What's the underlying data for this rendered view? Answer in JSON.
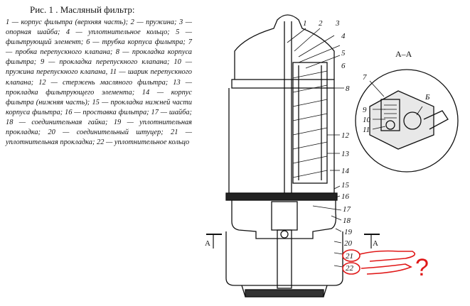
{
  "caption": {
    "title": "Рис. 1  . Масляный фильтр:",
    "text": "1 — корпус фильтра (верхняя часть); 2 — пружина; 3 — опорная шайба; 4 — уплотнительное кольцо; 5 — фильтрующий элемент; 6 — трубка корпуса фильтра; 7 — пробка перепускного клапана; 8 — прокладка корпуса фильтра; 9 — прокладка перепускного клапана; 10 — пружина перепускного клапана, 11 — шарик перепускного клапана; 12 — стержень масляного фильтра; 13 — прокладка фильтрующего элемента; 14 — корпус фильтра (нижняя часть); 15 — прокладка нижней части корпуса фильтра; 16 — проставка фильтра; 17 — шайба; 18 — соединительная гайка; 19 — уплотнительная прокладка; 20 — соединительный штуцер; 21 — уплотнительная прокладка; 22 — уплотнительное кольцо"
  },
  "section_label": "А–А",
  "section_mark_left": "А",
  "section_mark_right": "А",
  "section_letter_b": "Б",
  "callouts_main": [
    "1",
    "2",
    "3",
    "4",
    "5",
    "6",
    "8",
    "12",
    "13",
    "14",
    "15",
    "16",
    "17",
    "18",
    "19",
    "20",
    "21",
    "22"
  ],
  "callouts_section": [
    "7",
    "9",
    "10",
    "11"
  ],
  "annotation": {
    "mark": "?",
    "color": "#e01818"
  }
}
